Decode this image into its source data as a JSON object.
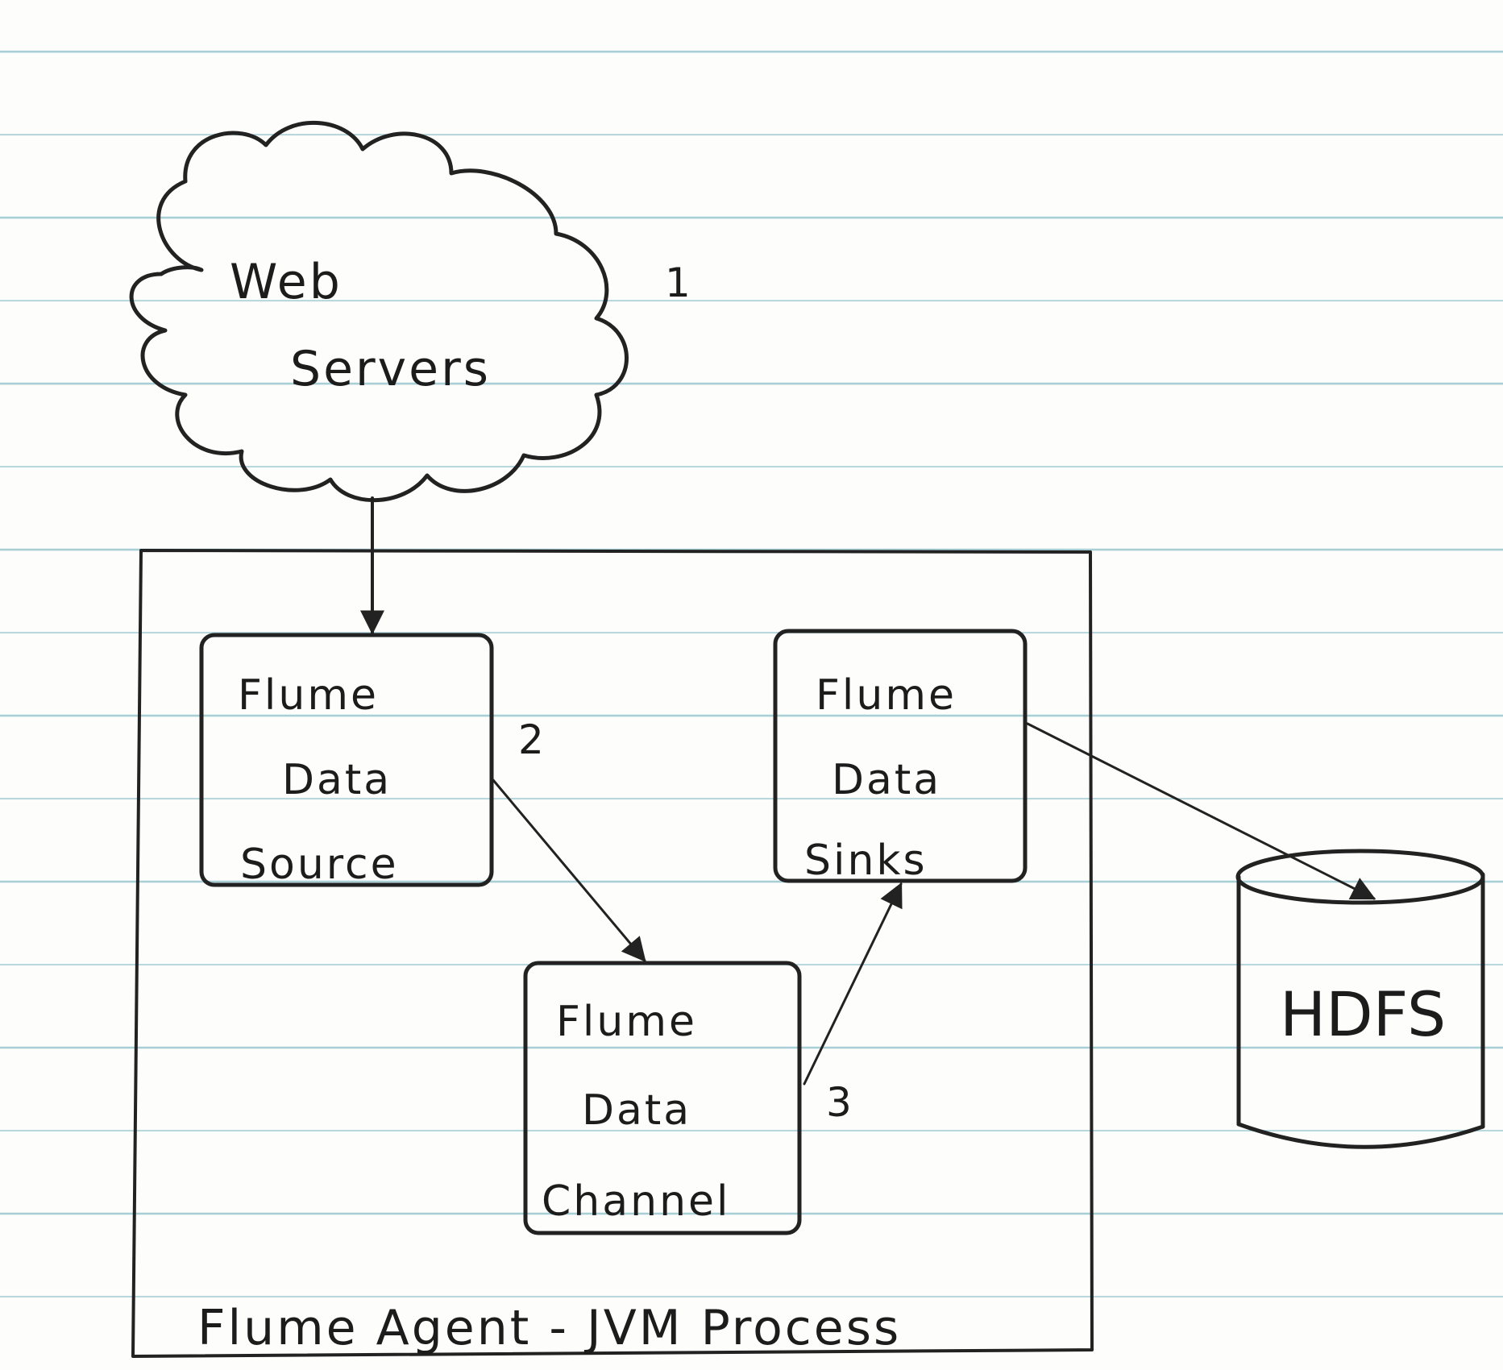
{
  "cloud": {
    "line1": "Web",
    "line2": "Servers"
  },
  "steps": [
    "1",
    "2",
    "3"
  ],
  "agent_label": "Flume Agent - JVM Process",
  "source": {
    "line1": "Flume",
    "line2": "Data",
    "line3": "Source"
  },
  "channel": {
    "line1": "Flume",
    "line2": "Data",
    "line3": "Channel"
  },
  "sinks": {
    "line1": "Flume",
    "line2": "Data",
    "line3": "Sinks"
  },
  "storage": {
    "label": "HDFS"
  },
  "colors": {
    "ink": "#222222",
    "paper": "#fdfdfb",
    "rule": "#a9cfd6"
  }
}
